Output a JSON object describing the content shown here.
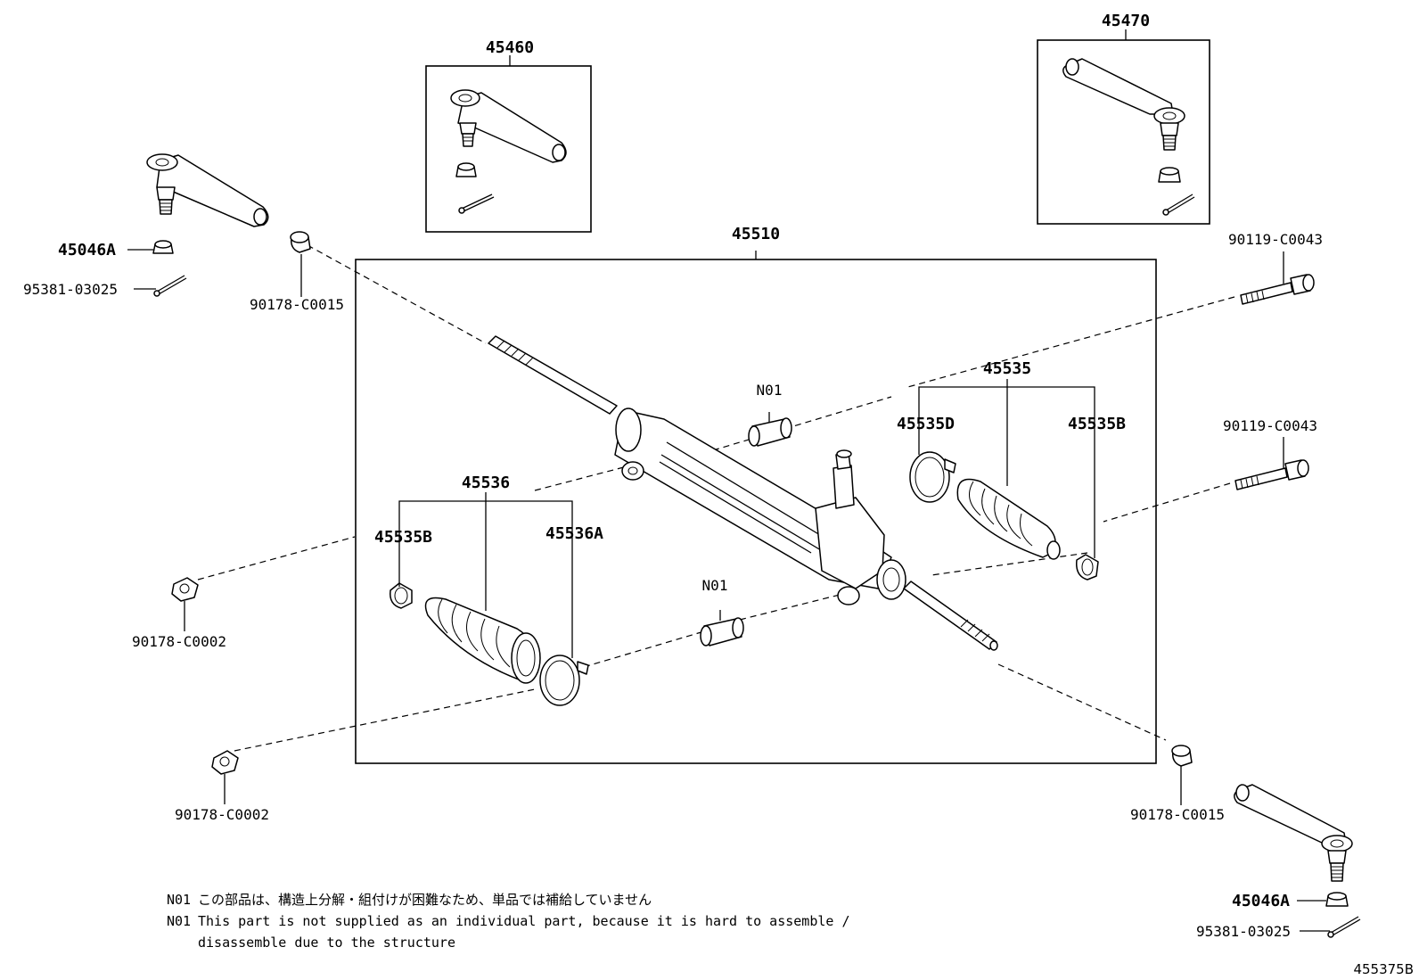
{
  "callouts": {
    "assy_box": "45510",
    "tie_end_lh": "45460",
    "tie_end_rh": "45470",
    "nut_left": "45046A",
    "nut_right": "45046A",
    "pin_left": "95381-03025",
    "pin_right": "95381-03025",
    "washer_top_left": "90178-C0015",
    "washer_bottom_right": "90178-C0015",
    "nut_mid_left": "90178-C0002",
    "nut_low_left": "90178-C0002",
    "bolt_upper": "90119-C0043",
    "bolt_lower": "90119-C0043",
    "boot_set_right": "45535",
    "clamp_right_d": "45535D",
    "clip_right_b": "45535B",
    "boot_set_left": "45536",
    "clip_left_b": "45535B",
    "clamp_left_a": "45536A",
    "bushing_upper": "N01",
    "bushing_lower": "N01"
  },
  "notes": {
    "jp_code": "N01",
    "jp_text": "この部品は、構造上分解・組付けが困難なため、単品では補給していません",
    "en_code": "N01",
    "en_line1": "This part is not supplied as an individual part, because it is hard to assemble /",
    "en_line2": "disassemble due to the structure"
  },
  "reference": "455375B"
}
